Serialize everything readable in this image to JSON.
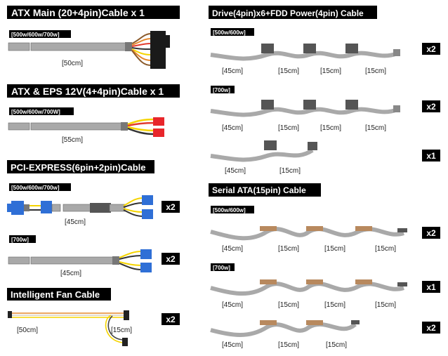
{
  "sections": {
    "atx_main": {
      "title": "ATX Main (20+4pin)Cable x 1",
      "variants": [
        {
          "tag": "[500w/600w/700w]",
          "lengths": [
            "[50cm]"
          ]
        }
      ]
    },
    "atx_eps": {
      "title": "ATX & EPS 12V(4+4pin)Cable x 1",
      "variants": [
        {
          "tag": "[500w/600w/700W]",
          "lengths": [
            "[55cm]"
          ]
        }
      ]
    },
    "pcie": {
      "title": "PCI-EXPRESS(6pin+2pin)Cable",
      "variants": [
        {
          "tag": "[500w/600w/700w]",
          "lengths": [
            "[45cm]"
          ],
          "qty": "x2"
        },
        {
          "tag": "[700w]",
          "lengths": [
            "[45cm]"
          ],
          "qty": "x2"
        }
      ]
    },
    "fan": {
      "title": "Intelligent Fan Cable",
      "variants": [
        {
          "lengths": [
            "[50cm]",
            "[15cm]"
          ],
          "qty": "x2"
        }
      ]
    },
    "drive": {
      "title": "Drive(4pin)x6+FDD Power(4pin) Cable",
      "variants": [
        {
          "tag": "[500w/600w]",
          "lengths": [
            "[45cm]",
            "[15cm]",
            "[15cm]",
            "[15cm]"
          ],
          "qty": "x2"
        },
        {
          "tag": "[700w]",
          "lengths": [
            "[45cm]",
            "[15cm]",
            "[15cm]",
            "[15cm]"
          ],
          "qty": "x2"
        },
        {
          "lengths": [
            "[45cm]",
            "[15cm]"
          ],
          "qty": "x1"
        }
      ]
    },
    "sata": {
      "title": "Serial ATA(15pin) Cable",
      "variants": [
        {
          "tag": "[500w/600w]",
          "lengths": [
            "[45cm]",
            "[15cm]",
            "[15cm]",
            "[15cm]"
          ],
          "qty": "x2"
        },
        {
          "tag": "[700w]",
          "lengths": [
            "[45cm]",
            "[15cm]",
            "[15cm]",
            "[15cm]"
          ],
          "qty": "x1"
        },
        {
          "lengths": [
            "[45cm]",
            "[15cm]",
            "[15cm]"
          ],
          "qty": "x2"
        }
      ]
    }
  },
  "colors": {
    "header_bg": "#000000",
    "header_text": "#ffffff",
    "cable_gray": "#a9a9a9",
    "wire_yellow": "#f5d400",
    "wire_red": "#e23b2e",
    "wire_orange": "#e6882e",
    "connector_red": "#e8262b",
    "connector_blue": "#2f6fd6",
    "connector_dark": "#333333"
  }
}
